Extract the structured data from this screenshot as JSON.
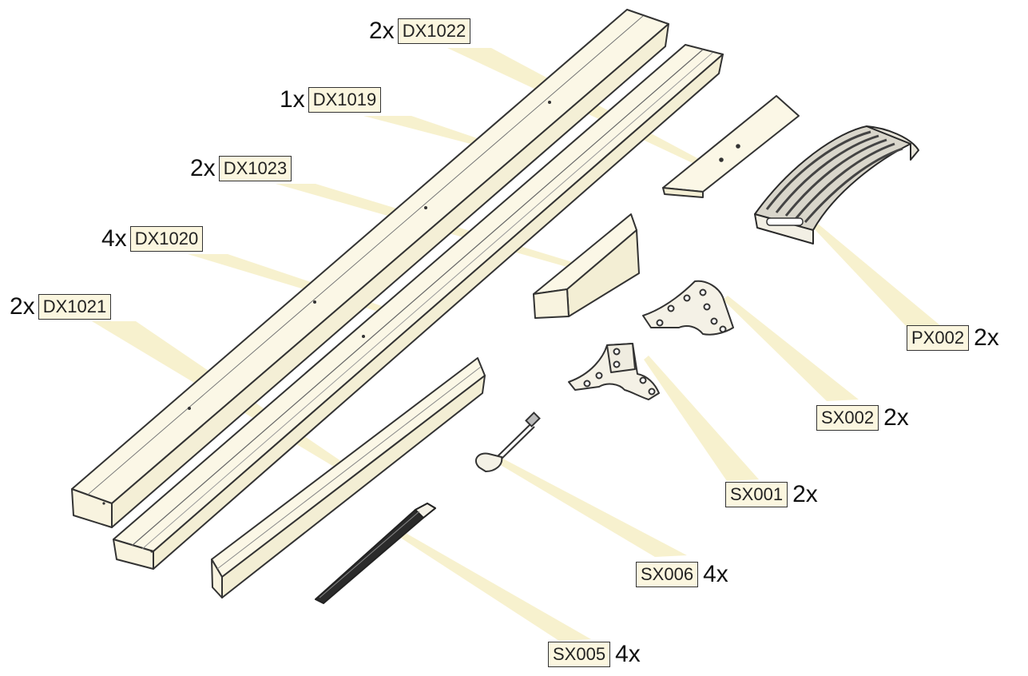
{
  "parts": [
    {
      "id": "dx1022",
      "code": "DX1022",
      "qty": "2x",
      "qty_side": "left"
    },
    {
      "id": "dx1019",
      "code": "DX1019",
      "qty": "1x",
      "qty_side": "left"
    },
    {
      "id": "dx1023",
      "code": "DX1023",
      "qty": "2x",
      "qty_side": "left"
    },
    {
      "id": "dx1020",
      "code": "DX1020",
      "qty": "4x",
      "qty_side": "left"
    },
    {
      "id": "dx1021",
      "code": "DX1021",
      "qty": "2x",
      "qty_side": "left"
    },
    {
      "id": "px002",
      "code": "PX002",
      "qty": "2x",
      "qty_side": "right"
    },
    {
      "id": "sx002",
      "code": "SX002",
      "qty": "2x",
      "qty_side": "right"
    },
    {
      "id": "sx001",
      "code": "SX001",
      "qty": "2x",
      "qty_side": "right"
    },
    {
      "id": "sx006",
      "code": "SX006",
      "qty": "4x",
      "qty_side": "right"
    },
    {
      "id": "sx005",
      "code": "SX005",
      "qty": "4x",
      "qty_side": "right"
    }
  ],
  "colors": {
    "wood_fill": "#fbf7e6",
    "wood_stroke": "#333333",
    "callout_beam": "#f7f0c8",
    "label_fill": "#fbf6df",
    "metal_dark": "#2b2b2b",
    "metal_light": "#f4f1e6"
  }
}
